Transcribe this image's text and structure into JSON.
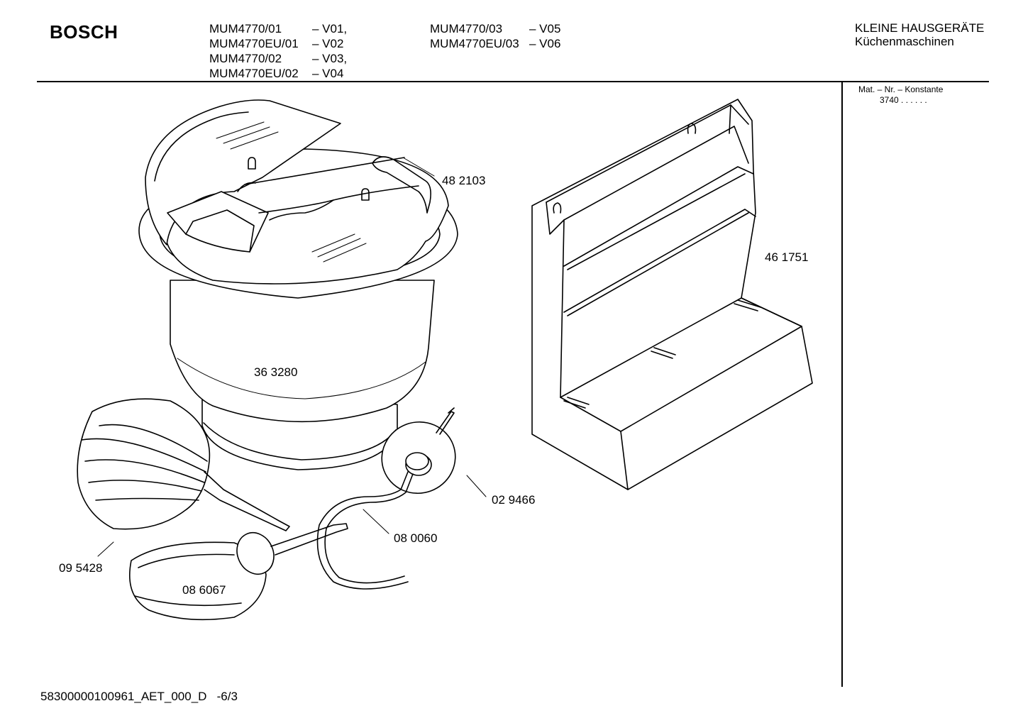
{
  "header": {
    "brand": "BOSCH",
    "models_col1": [
      {
        "code": "MUM4770/01",
        "version": "– V01,"
      },
      {
        "code": "MUM4770EU/01",
        "version": "– V02"
      },
      {
        "code": "MUM4770/02",
        "version": "– V03,"
      },
      {
        "code": "MUM4770EU/02",
        "version": "– V04"
      }
    ],
    "models_col2": [
      {
        "code": "MUM4770/03",
        "version": "– V05"
      },
      {
        "code": "MUM4770EU/03",
        "version": "– V06"
      }
    ],
    "category_line1": "KLEINE HAUSGERÄTE",
    "category_line2": "Küchenmaschinen"
  },
  "sidebar": {
    "mat_label": "Mat. – Nr. – Konstante",
    "mat_value": "3740  .  .   .  .  .  ."
  },
  "parts": {
    "lid": "48 2103",
    "bowl": "36 3280",
    "rack": "46 1751",
    "disc_whisk": "02 9466",
    "kneading_hook_small": "08 0060",
    "whisk": "09 5428",
    "kneading_hook": "08 6067"
  },
  "footer": {
    "doc_id": "58300000100961_AET_000_D",
    "page": "-6/3"
  }
}
